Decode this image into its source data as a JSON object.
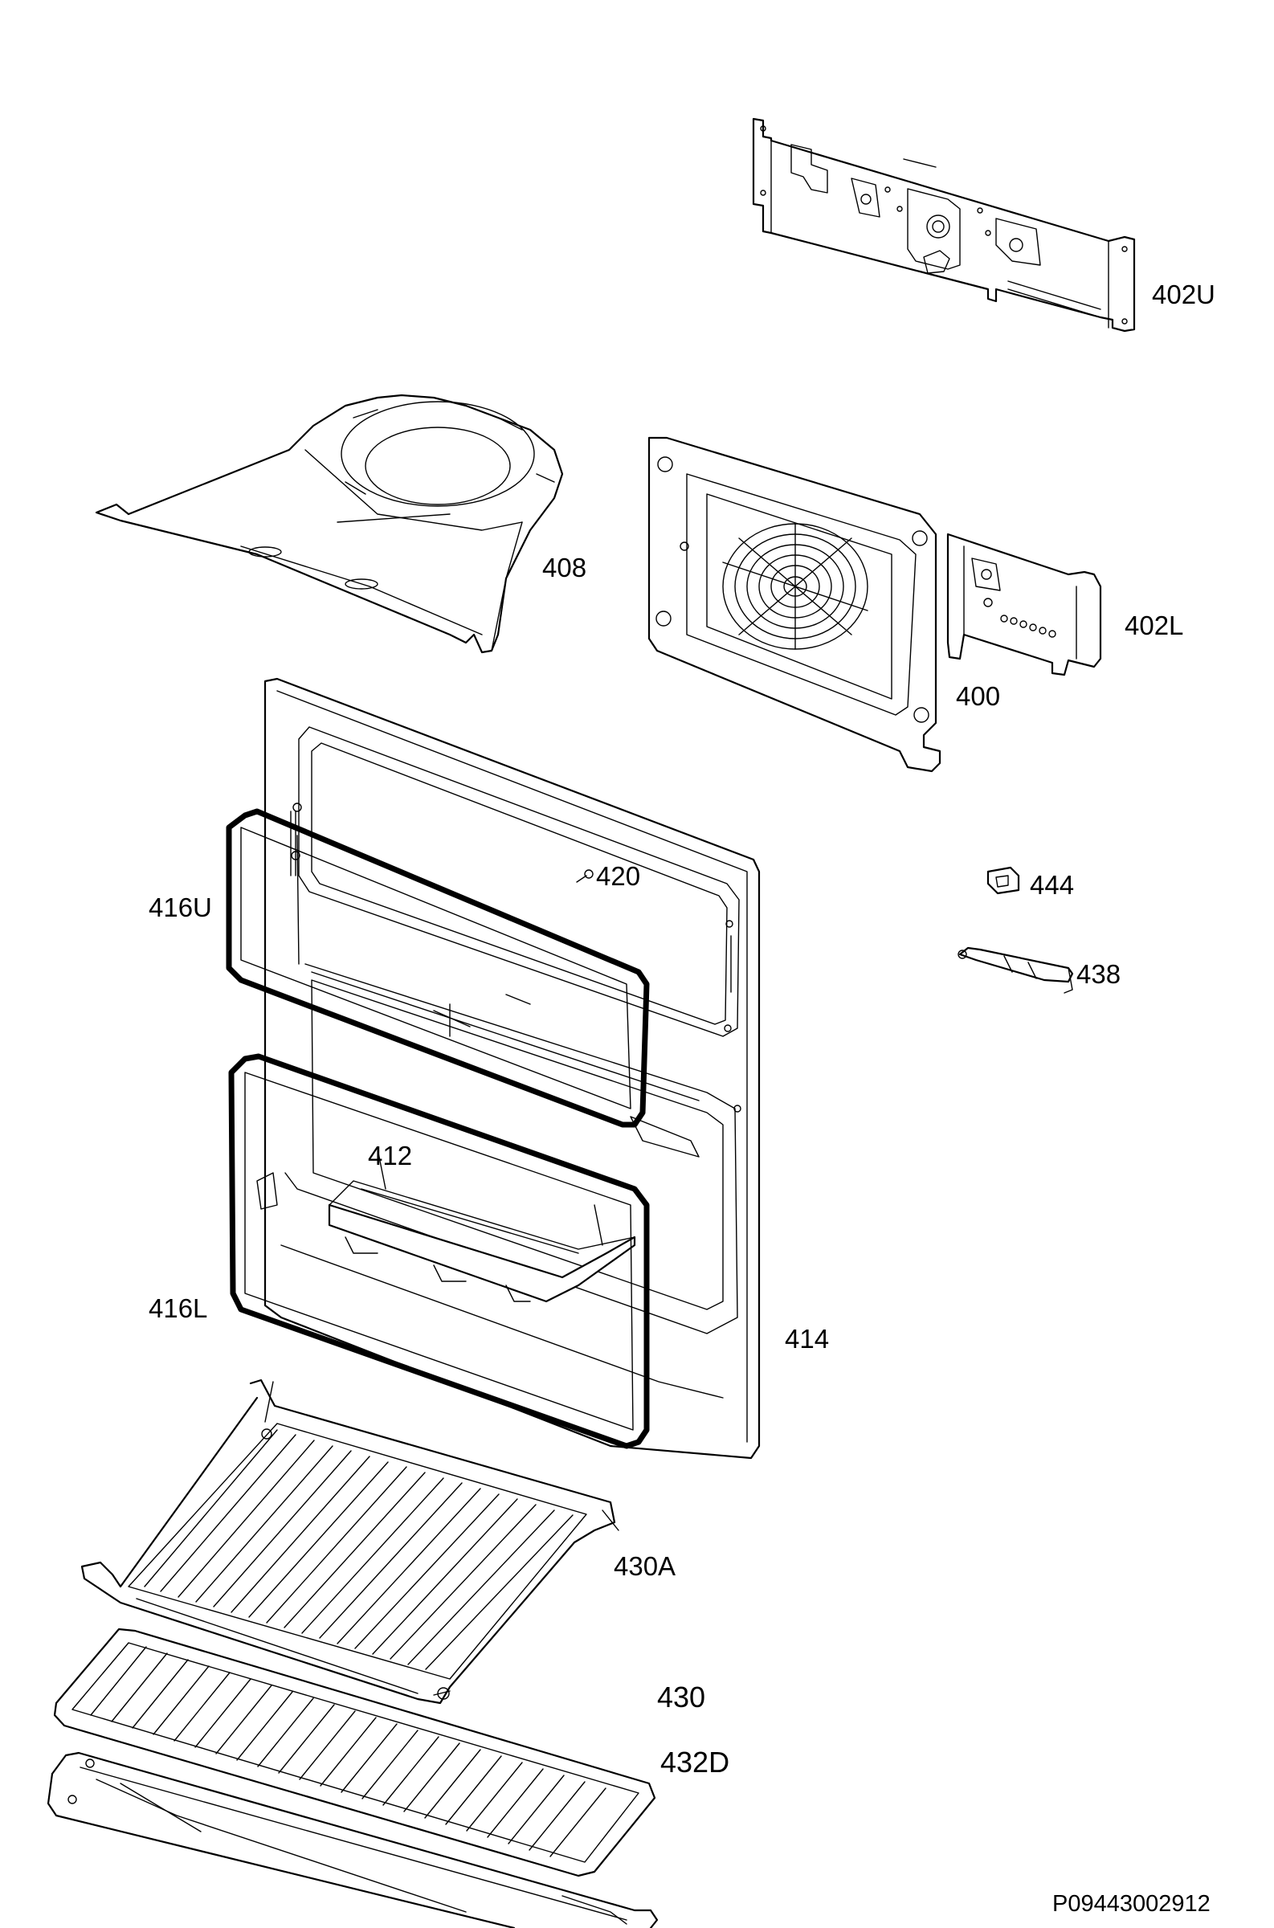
{
  "labels": {
    "l402U": "402U",
    "l408": "408",
    "l402L": "402L",
    "l400": "400",
    "l420": "420",
    "l416U": "416U",
    "l444": "444",
    "l438": "438",
    "l412": "412",
    "l416L": "416L",
    "l414": "414",
    "l430A": "430A",
    "l430": "430",
    "l432D": "432D"
  },
  "drawing_code": "P09443002912",
  "colors": {
    "line": "#000000",
    "background": "#ffffff"
  }
}
